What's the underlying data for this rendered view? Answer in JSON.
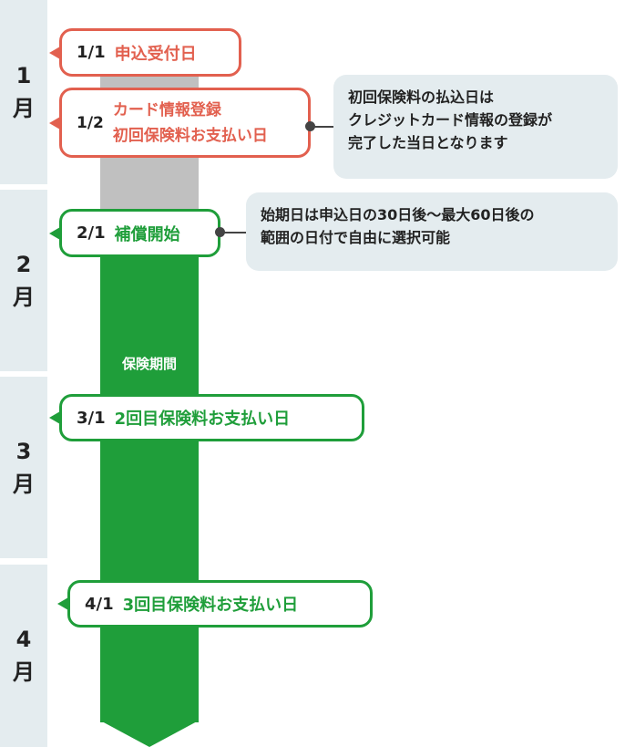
{
  "months": [
    "1\n月",
    "2\n月",
    "3\n月",
    "4\n月"
  ],
  "period_label": "保険期間",
  "events": [
    {
      "date": "1/1",
      "label": "申込受付日",
      "color": "#e2604f"
    },
    {
      "date": "1/2",
      "label_lines": [
        "カード情報登録",
        "初回保険料お支払い日"
      ],
      "color": "#e2604f"
    },
    {
      "date": "2/1",
      "label": "補償開始",
      "color": "#1f9e3a"
    },
    {
      "date": "3/1",
      "label": "2回目保険料お支払い日",
      "color": "#1f9e3a"
    },
    {
      "date": "4/1",
      "label": "3回目保険料お支払い日",
      "color": "#1f9e3a"
    }
  ],
  "notes": [
    {
      "lines": [
        "初回保険料の払込日は",
        "クレジットカード情報の登録が",
        "完了した当日となります"
      ]
    },
    {
      "lines": [
        "始期日は申込日の30日後～最大60日後の",
        "範囲の日付で自由に選択可能"
      ]
    }
  ]
}
